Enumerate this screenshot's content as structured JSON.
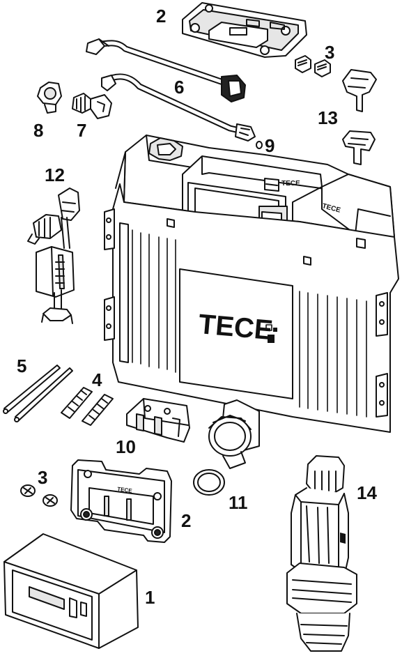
{
  "brand": {
    "logo_text": "TECE",
    "logo_small": "TECE"
  },
  "callouts": {
    "c1": "1",
    "c2_top": "2",
    "c2_bottom": "2",
    "c3_top": "3",
    "c3_bottom": "3",
    "c4": "4",
    "c5": "5",
    "c6": "6",
    "c7": "7",
    "c8": "8",
    "c9": "9",
    "c10": "10",
    "c11": "11",
    "c12": "12",
    "c13": "13",
    "c14": "14"
  },
  "colors": {
    "line": "#111111",
    "fill_light": "#ffffff",
    "fill_gray": "#e6e6e6",
    "fill_dark": "#222222"
  }
}
